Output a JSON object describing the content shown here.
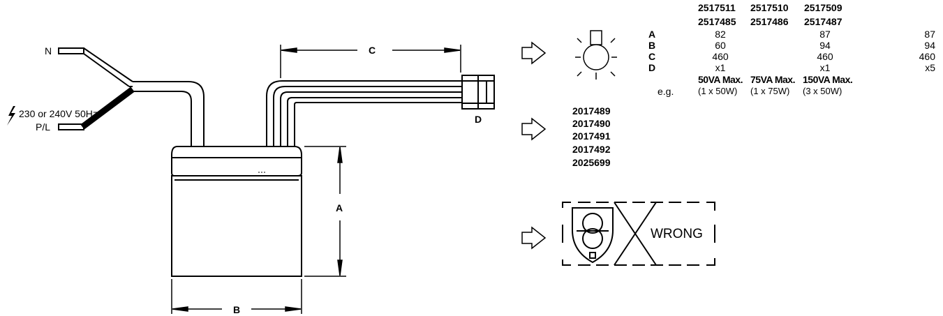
{
  "wiring": {
    "neutral_label": "N",
    "live_label": "P/L",
    "supply_label": "230 or 240V 50Hz",
    "supply_icon": "lightning-bolt-icon"
  },
  "dimensions": {
    "a": "A",
    "b": "B",
    "c": "C",
    "d": "D"
  },
  "spec_table": {
    "model_codes_row1": [
      "2517511",
      "2517510",
      "2517509"
    ],
    "model_codes_row2": [
      "2517485",
      "2517486",
      "2517487"
    ],
    "rows": [
      {
        "label": "A",
        "values": [
          "82",
          "87",
          "87"
        ]
      },
      {
        "label": "B",
        "values": [
          "60",
          "94",
          "94"
        ]
      },
      {
        "label": "C",
        "values": [
          "460",
          "460",
          "460"
        ]
      },
      {
        "label": "D",
        "values": [
          "x1",
          "x1",
          "x5"
        ]
      }
    ],
    "ratings": [
      "50VA Max.",
      "75VA Max.",
      "150VA Max."
    ],
    "example_label": "e.g.",
    "examples": [
      "(1 x 50W)",
      "(1 x 75W)",
      "(3 x 50W)"
    ]
  },
  "compatible_codes": [
    "2017489",
    "2017490",
    "2017491",
    "2017492",
    "2025699"
  ],
  "warning": {
    "text": "WRONG",
    "icon": "transformer-symbol-icon"
  }
}
